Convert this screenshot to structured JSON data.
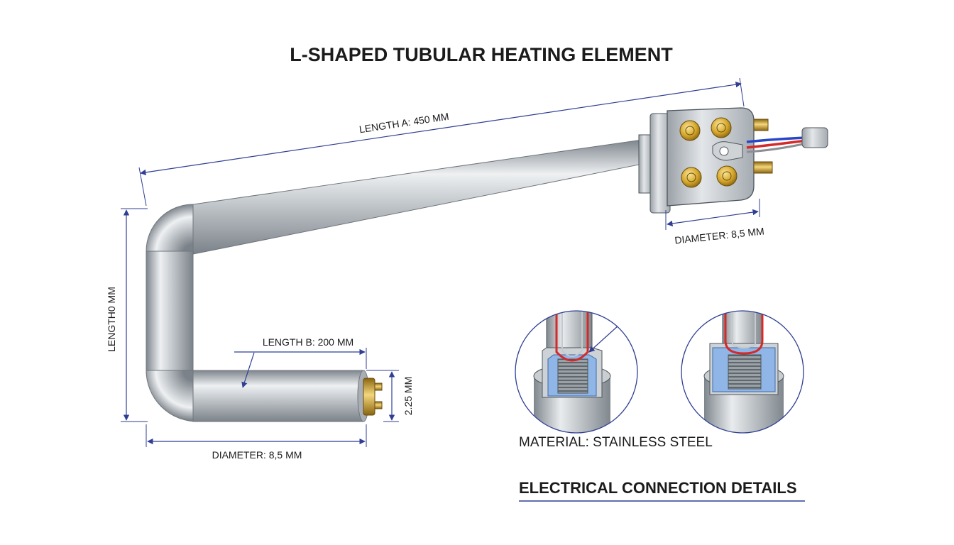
{
  "title": "L-SHAPED TUBULAR HEATING ELEMENT",
  "dimensions": {
    "length_a": "LENGTH A: 450 MM",
    "length_b": "LENGTH B: 200 MM",
    "length_vertical": "LENGTH0 MM",
    "diameter_bottom": "DIAMETER: 8,5 MM",
    "diameter_head": "DIAMETER: 8,5 MM",
    "terminal_height": "2.25 MM"
  },
  "details": {
    "material": "MATERIAL: STAINLESS STEEL",
    "section_title": "ELECTRICAL CONNECTION DETAILS"
  },
  "colors": {
    "dimension_line": "#2f3f93",
    "steel_dark": "#8f969c",
    "steel_light": "#eef0f2",
    "brass": "#d4a62a",
    "insulation_blue": "#8fb6e6",
    "wire_red": "#d42a2a",
    "wire_blue": "#2a46c8"
  }
}
